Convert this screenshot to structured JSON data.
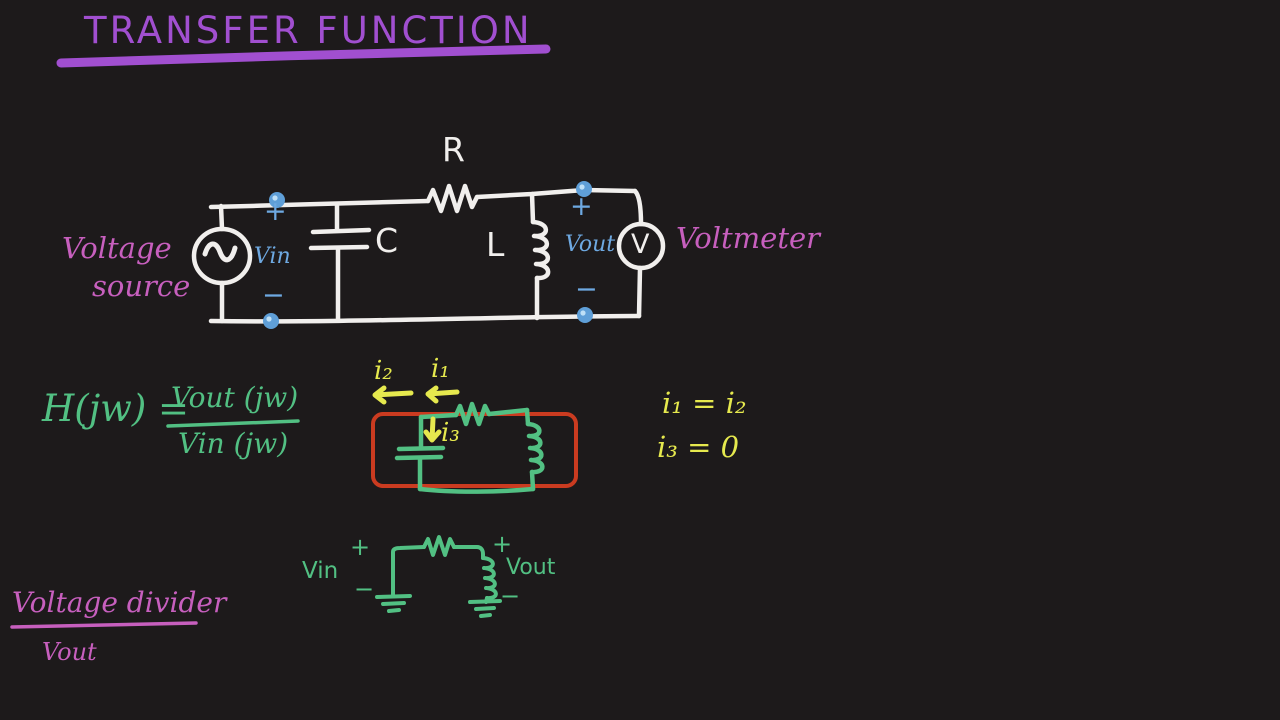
{
  "title": "TRANSFER FUNCTION",
  "colors": {
    "background": "#1d1a1b",
    "title_purple": "#a14fd0",
    "caption_pink": "#c75fbe",
    "terminal_blue": "#6ea9e2",
    "ink_white": "#f1efed",
    "circuit_green": "#52c083",
    "current_yellow": "#e6e94e",
    "loop_red": "#ca3b20"
  },
  "main_circuit": {
    "caption_source_line1": "Voltage",
    "caption_source_line2": "source",
    "caption_voltmeter": "Voltmeter",
    "resistor_label": "R",
    "capacitor_label": "C",
    "inductor_label": "L",
    "voltmeter_symbol": "V",
    "vin": {
      "plus": "+",
      "label": "Vin",
      "minus": "−"
    },
    "vout": {
      "plus": "+",
      "label": "Vout",
      "minus": "−"
    }
  },
  "transfer_equation": {
    "lhs": "H(jw) =",
    "numerator": "Vout (jw)",
    "denominator": "Vin (jw)"
  },
  "loop_currents": {
    "i2": "i₂",
    "i1": "i₁",
    "i3": "i₃"
  },
  "current_equations": {
    "line1": "i₁ = i₂",
    "line2": "i₃ = 0"
  },
  "voltage_divider": {
    "vin": {
      "plus": "+",
      "label": "Vin",
      "minus": "−"
    },
    "vout": {
      "plus": "+",
      "label": "Vout",
      "minus": "−"
    }
  },
  "footer": {
    "heading": "Voltage divider",
    "subheading": "Vout"
  }
}
